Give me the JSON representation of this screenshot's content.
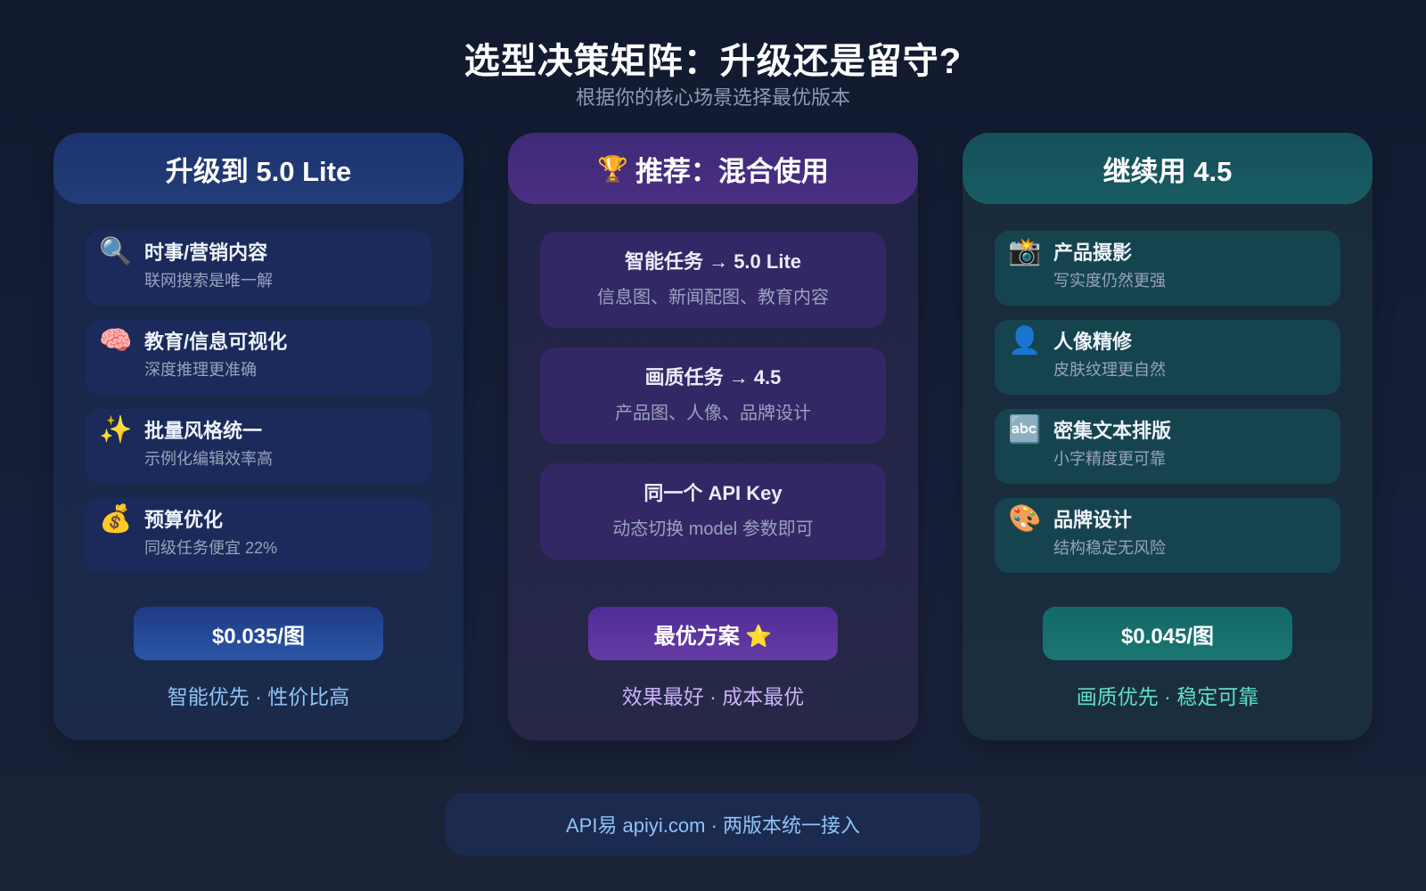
{
  "header": {
    "title": "选型决策矩阵：升级还是留守?",
    "subtitle": "根据你的核心场景选择最优版本"
  },
  "columns": {
    "upgrade": {
      "title": "升级到 5.0 Lite",
      "accent_color": "#2b57a6",
      "items": [
        {
          "icon": "🔍",
          "icon_name": "magnifier-icon",
          "title": "时事/营销内容",
          "desc": "联网搜索是唯一解"
        },
        {
          "icon": "🧠",
          "icon_name": "brain-icon",
          "title": "教育/信息可视化",
          "desc": "深度推理更准确"
        },
        {
          "icon": "✨",
          "icon_name": "sparkles-icon",
          "title": "批量风格统一",
          "desc": "示例化编辑效率高"
        },
        {
          "icon": "💰",
          "icon_name": "money-bag-icon",
          "title": "预算优化",
          "desc": "同级任务便宜 22%"
        }
      ],
      "price": "$0.035/图",
      "tagline": "智能优先 · 性价比高"
    },
    "mixed": {
      "icon": "🏆",
      "title": "推荐：混合使用",
      "accent_color": "#673ba6",
      "items": [
        {
          "title": "智能任务 → 5.0 Lite",
          "desc": "信息图、新闻配图、教育内容"
        },
        {
          "title": "画质任务 → 4.5",
          "desc": "产品图、人像、品牌设计"
        },
        {
          "title": "同一个 API Key",
          "desc": "动态切换 model 参数即可"
        }
      ],
      "price": "最优方案 ⭐",
      "tagline": "效果最好 · 成本最优"
    },
    "stay": {
      "title": "继续用 4.5",
      "accent_color": "#1a7773",
      "items": [
        {
          "icon": "📸",
          "icon_name": "camera-flash-icon",
          "title": "产品摄影",
          "desc": "写实度仍然更强"
        },
        {
          "icon": "👤",
          "icon_name": "person-silhouette-icon",
          "title": "人像精修",
          "desc": "皮肤纹理更自然"
        },
        {
          "icon": "🔤",
          "icon_name": "abc-icon",
          "title": "密集文本排版",
          "desc": "小字精度更可靠"
        },
        {
          "icon": "🎨",
          "icon_name": "palette-icon",
          "title": "品牌设计",
          "desc": "结构稳定无风险"
        }
      ],
      "price": "$0.045/图",
      "tagline": "画质优先 · 稳定可靠"
    }
  },
  "footer": {
    "text": "API易 apiyi.com · 两版本统一接入"
  }
}
